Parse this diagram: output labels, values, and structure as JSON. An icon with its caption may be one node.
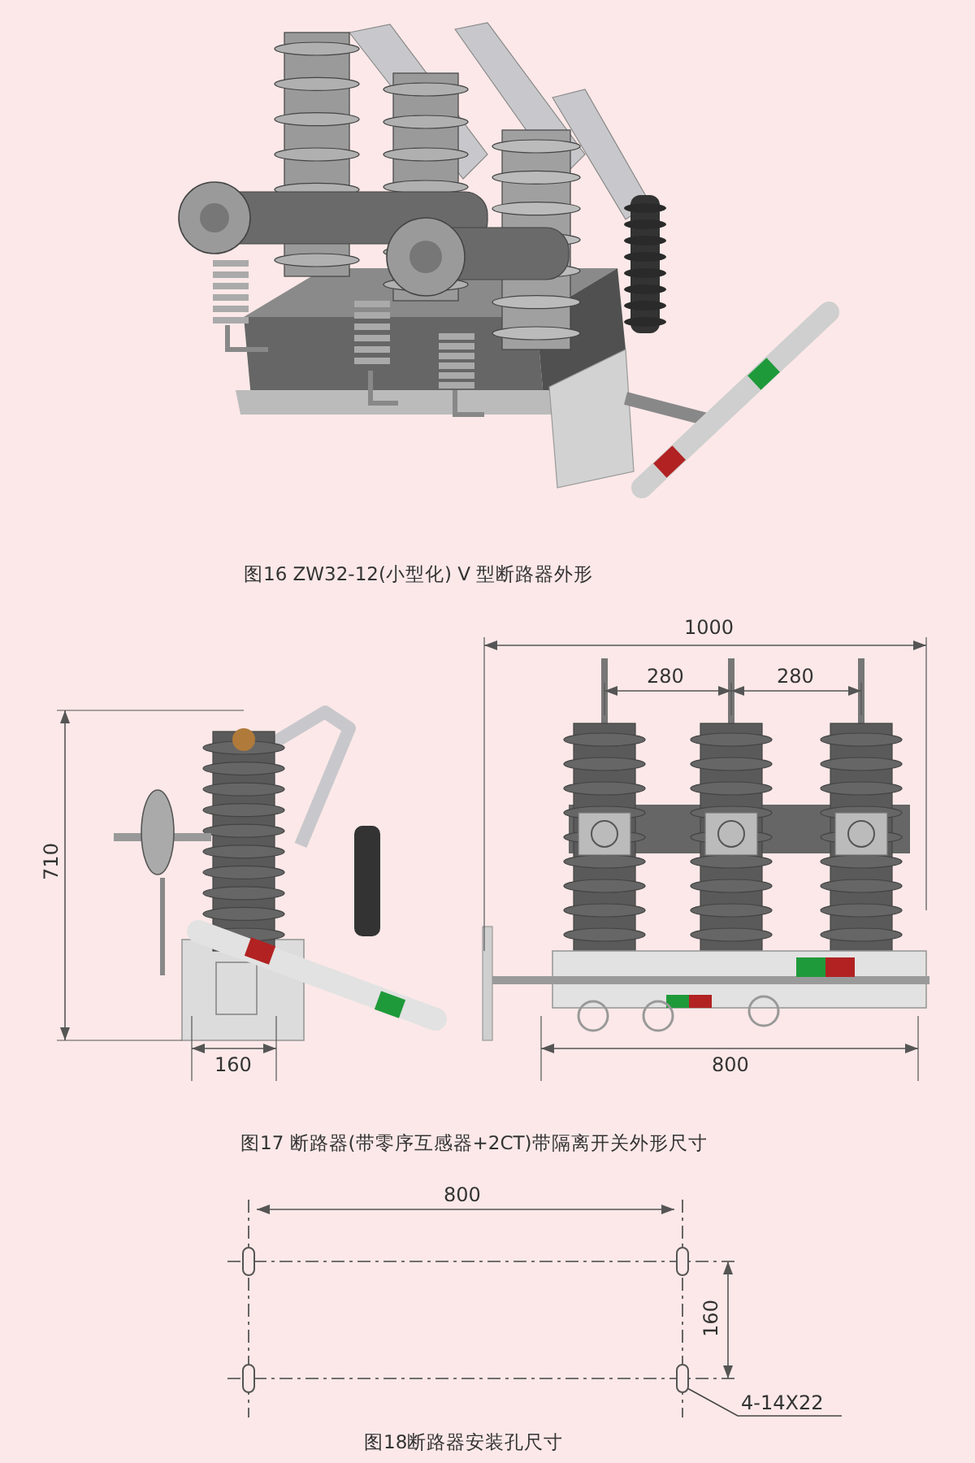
{
  "diagram": {
    "nodes": [
      {
        "text": [],
        "shape": "slot"
      },
      {
        "text": [],
        "shape": "slot"
      },
      {
        "text": [],
        "shape": "slot"
      },
      {
        "text": [],
        "shape": "slot"
      },
      {
        "text": [
          "4-14X22"
        ]
      }
    ],
    "edges": [
      {
        "from": 4,
        "to": 3,
        "arrow": "none"
      }
    ],
    "labels": [
      "图16 ZW32-12(小型化) V 型断路器外形",
      "1000",
      "280",
      "280",
      "710",
      "160",
      "800",
      "图17 断路器(带零序互感器+2CT)带隔离开关外形尺寸",
      "800",
      "160",
      "图18断路器安装孔尺寸"
    ]
  }
}
